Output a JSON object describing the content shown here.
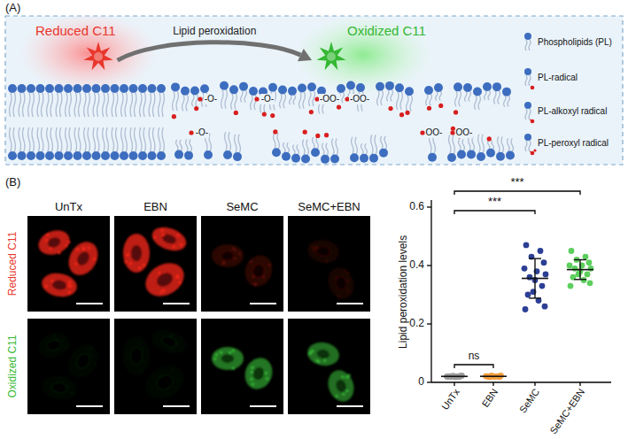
{
  "diagram": {
    "nodes": [
      {
        "text": [
          "Reduced C11"
        ]
      },
      {
        "text": [
          "Oxidized C11"
        ]
      }
    ],
    "edges": [
      {
        "from": 0,
        "to": 1,
        "label": "Lipid peroxidation",
        "arrow": "to"
      }
    ],
    "labels": [
      "(A)",
      "-O-",
      "-O-",
      "-OO-",
      "-OO-",
      "-O-",
      "OO-",
      "OO-",
      "(B)",
      "UnTx",
      "EBN",
      "SeMC",
      "SeMC+EBN",
      "Reduced C11",
      "Oxidized C11",
      "Lipid peroxidation levels",
      "0.6",
      "0.4",
      "0.2",
      "0",
      "ns",
      "***",
      "***",
      "UnTx",
      "EBN",
      "SeMC",
      "SeMC+EBN"
    ],
    "legend": [
      {
        "text": "Phospholipids (PL)"
      },
      {
        "text": "PL-radical"
      },
      {
        "text": "PL-alkoxyl radical"
      },
      {
        "text": "PL-peroxyl radical"
      }
    ]
  }
}
